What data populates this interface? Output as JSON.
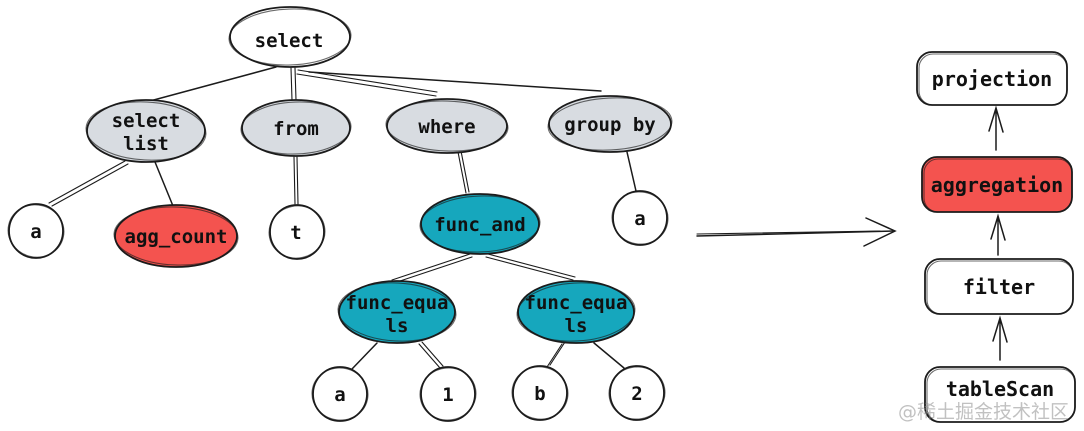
{
  "ast": {
    "select": {
      "label": "select"
    },
    "select_list": {
      "line1": "select",
      "line2": "list"
    },
    "from": {
      "label": "from"
    },
    "where": {
      "label": "where"
    },
    "group_by": {
      "label": "group by"
    },
    "col_a": {
      "label": "a"
    },
    "agg_count": {
      "label": "agg_count"
    },
    "table_t": {
      "label": "t"
    },
    "func_and": {
      "label": "func_and"
    },
    "group_col_a": {
      "label": "a"
    },
    "func_equals_left": {
      "line1": "func_equa",
      "line2": "ls"
    },
    "func_equals_right": {
      "line1": "func_equa",
      "line2": "ls"
    },
    "leaf_a": {
      "label": "a"
    },
    "leaf_1": {
      "label": "1"
    },
    "leaf_b": {
      "label": "b"
    },
    "leaf_2": {
      "label": "2"
    }
  },
  "plan": {
    "projection": {
      "label": "projection"
    },
    "aggregation": {
      "label": "aggregation"
    },
    "filter": {
      "label": "filter"
    },
    "table_scan": {
      "label": "tableScan"
    }
  },
  "watermark": {
    "text": "@稀土掘金技术社区"
  },
  "colors": {
    "node_gray": "#d8dce1",
    "node_red": "#f4534f",
    "node_teal": "#16a7bd",
    "node_white": "#ffffff",
    "stroke": "#1b1b1b",
    "watermark_gray": "#8f8f8f"
  }
}
